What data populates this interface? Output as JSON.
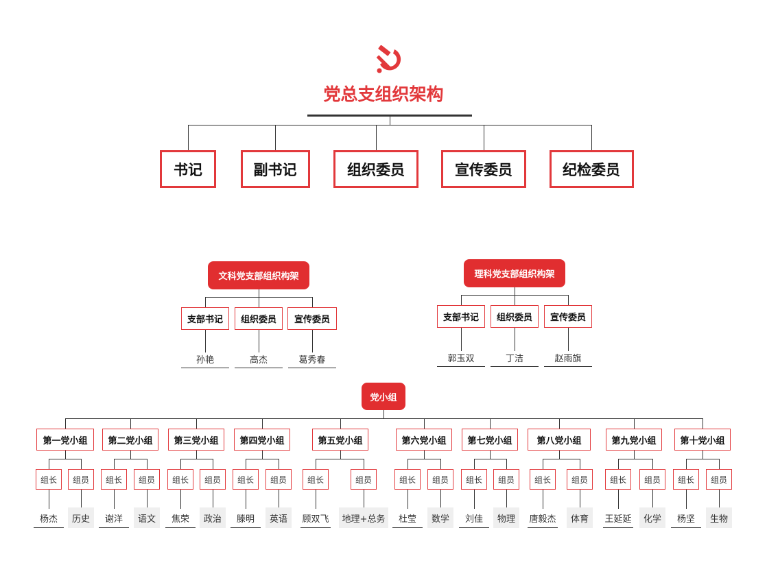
{
  "title": "党总支组织架构",
  "colors": {
    "accent": "#e2383b",
    "branch_fill": "#e12e30",
    "line": "#333333",
    "member_bg": "#efefef"
  },
  "logo": {
    "icon": "hammer-sickle-icon"
  },
  "top_roles": [
    "书记",
    "副书记",
    "组织委员",
    "宣传委员",
    "纪检委员"
  ],
  "branches": [
    {
      "name": "文科党支部组织构架",
      "roles": [
        {
          "role": "支部书记",
          "person": "孙艳"
        },
        {
          "role": "组织委员",
          "person": "高杰"
        },
        {
          "role": "宣传委员",
          "person": "葛秀春"
        }
      ]
    },
    {
      "name": "理科党支部组织构架",
      "roles": [
        {
          "role": "支部书记",
          "person": "郭玉双"
        },
        {
          "role": "组织委员",
          "person": "丁洁"
        },
        {
          "role": "宣传委员",
          "person": "赵雨旗"
        }
      ]
    }
  ],
  "party_groups": {
    "title": "党小组",
    "leader_label": "组长",
    "member_label": "组员",
    "groups": [
      {
        "name": "第一党小组",
        "leader": "杨杰",
        "member": "历史"
      },
      {
        "name": "第二党小组",
        "leader": "谢洋",
        "member": "语文"
      },
      {
        "name": "第三党小组",
        "leader": "焦荣",
        "member": "政治"
      },
      {
        "name": "第四党小组",
        "leader": "滕明",
        "member": "英语"
      },
      {
        "name": "第五党小组",
        "leader": "顾双飞",
        "member": "地理+总务"
      },
      {
        "name": "第六党小组",
        "leader": "杜莹",
        "member": "数学"
      },
      {
        "name": "第七党小组",
        "leader": "刘佳",
        "member": "物理"
      },
      {
        "name": "第八党小组",
        "leader": "唐毅杰",
        "member": "体育"
      },
      {
        "name": "第九党小组",
        "leader": "王延延",
        "member": "化学"
      },
      {
        "name": "第十党小组",
        "leader": "杨坚",
        "member": "生物"
      }
    ]
  }
}
